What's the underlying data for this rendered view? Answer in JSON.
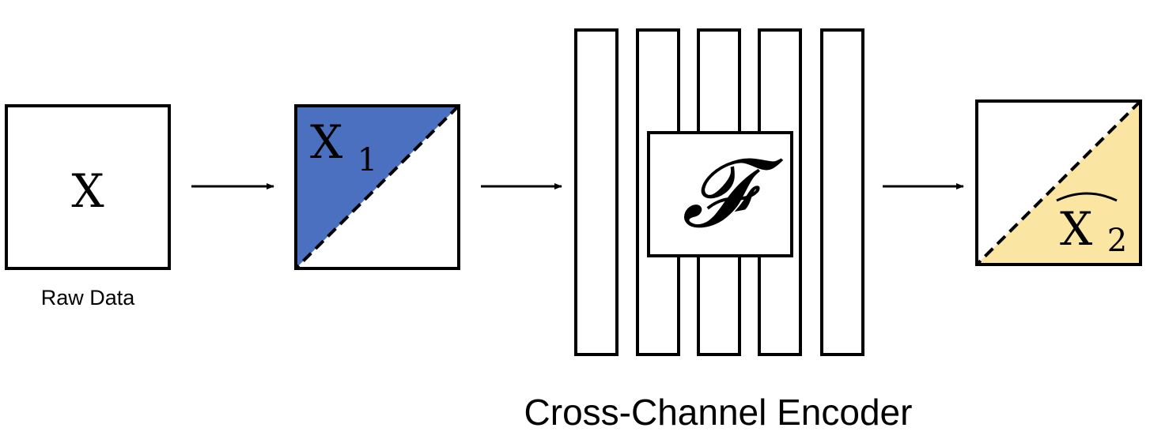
{
  "raw_box": {
    "symbol": "X",
    "caption": "Raw Data"
  },
  "input_box": {
    "symbol": "X",
    "subscript": "1",
    "fill": "#4a70bf"
  },
  "encoder": {
    "operator": "𝓕",
    "caption": "Cross-Channel Encoder",
    "channels": 5
  },
  "output_box": {
    "symbol": "X",
    "subscript": "2",
    "fill": "#fbe5a3"
  },
  "colors": {
    "stroke": "#000000",
    "background": "#ffffff"
  }
}
